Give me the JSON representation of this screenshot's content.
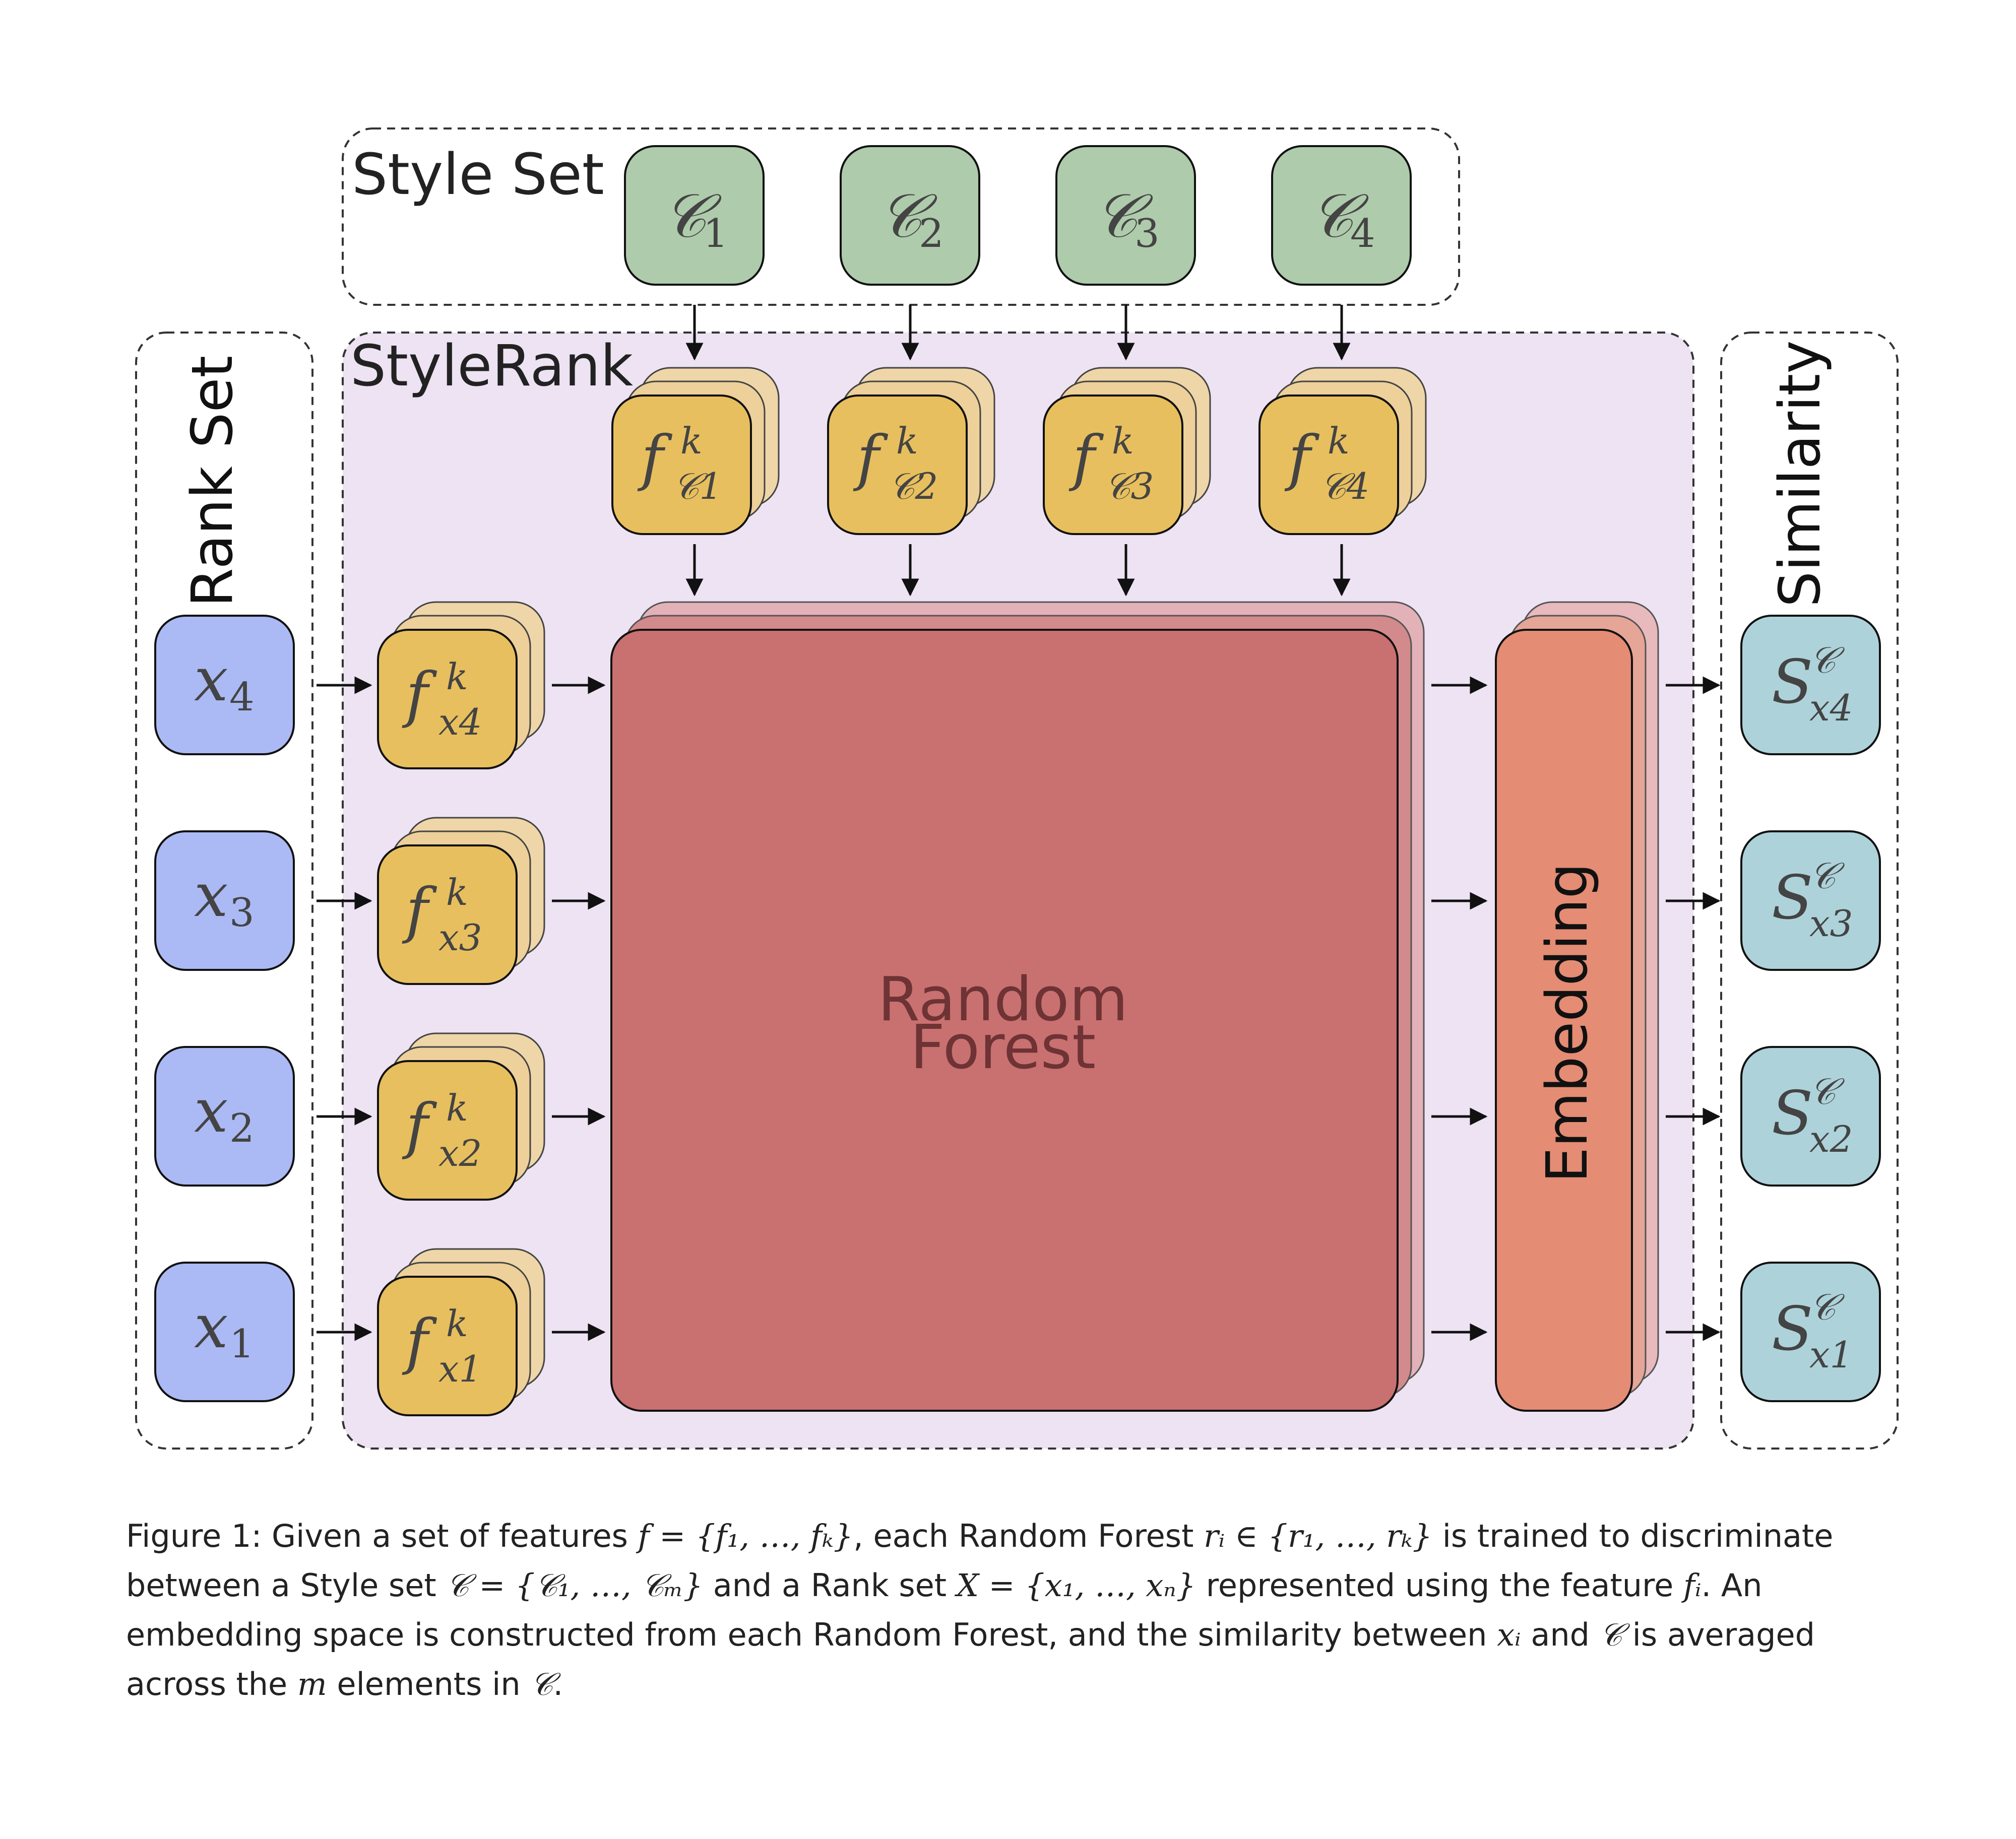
{
  "title": "Figure 1",
  "groups": {
    "style_set": "Style Set",
    "stylerank": "StyleRank",
    "rank_set": "Rank Set",
    "similarity": "Similarity"
  },
  "style_items": [
    {
      "base": "𝒞",
      "sub": "1"
    },
    {
      "base": "𝒞",
      "sub": "2"
    },
    {
      "base": "𝒞",
      "sub": "3"
    },
    {
      "base": "𝒞",
      "sub": "4"
    }
  ],
  "style_features": [
    {
      "base": "f",
      "sup": "k",
      "sub": "𝒞1"
    },
    {
      "base": "f",
      "sup": "k",
      "sub": "𝒞2"
    },
    {
      "base": "f",
      "sup": "k",
      "sub": "𝒞3"
    },
    {
      "base": "f",
      "sup": "k",
      "sub": "𝒞4"
    }
  ],
  "rank_items": [
    {
      "base": "x",
      "sub": "4"
    },
    {
      "base": "x",
      "sub": "3"
    },
    {
      "base": "x",
      "sub": "2"
    },
    {
      "base": "x",
      "sub": "1"
    }
  ],
  "rank_features": [
    {
      "base": "f",
      "sup": "k",
      "sub": "x4"
    },
    {
      "base": "f",
      "sup": "k",
      "sub": "x3"
    },
    {
      "base": "f",
      "sup": "k",
      "sub": "x2"
    },
    {
      "base": "f",
      "sup": "k",
      "sub": "x1"
    }
  ],
  "similarity_items": [
    {
      "base": "S",
      "sup": "𝒞",
      "sub": "x4"
    },
    {
      "base": "S",
      "sup": "𝒞",
      "sub": "x3"
    },
    {
      "base": "S",
      "sup": "𝒞",
      "sub": "x2"
    },
    {
      "base": "S",
      "sup": "𝒞",
      "sub": "x1"
    }
  ],
  "random_forest": {
    "line1": "Random",
    "line2": "Forest"
  },
  "embedding": "Embedding",
  "colors": {
    "style_fill": "#aecbab",
    "feature_fill": "#e8bf5e",
    "feature_back": "#efd6a8",
    "rank_fill": "#abbaf4",
    "sim_fill": "#add2da",
    "forest_fill": "#c97070",
    "forest_back": "#e3b2b8",
    "embed_fill": "#e48c74",
    "stylerank_bg": "#ede3f3"
  },
  "caption": {
    "p1": "Figure 1: Given a set of features ",
    "m1": "f = {f₁, …, fₖ}",
    "p2": ", each Random Forest ",
    "m2": "rᵢ ∈ {r₁, …, rₖ}",
    "p3": " is trained to discriminate between a Style set ",
    "m3": "𝒞 = {𝒞₁, …, 𝒞ₘ}",
    "p4": " and a Rank set ",
    "m4": "X = {x₁, …, xₙ}",
    "p5": " represented using the feature ",
    "m5": "fᵢ",
    "p6": ". An embedding space is constructed from each Random Forest, and the similarity between ",
    "m6": "xᵢ",
    "p7": " and ",
    "m7": "𝒞",
    "p8": " is averaged across the ",
    "m8": "m",
    "p9": " elements in ",
    "m9": "𝒞",
    "p10": "."
  }
}
